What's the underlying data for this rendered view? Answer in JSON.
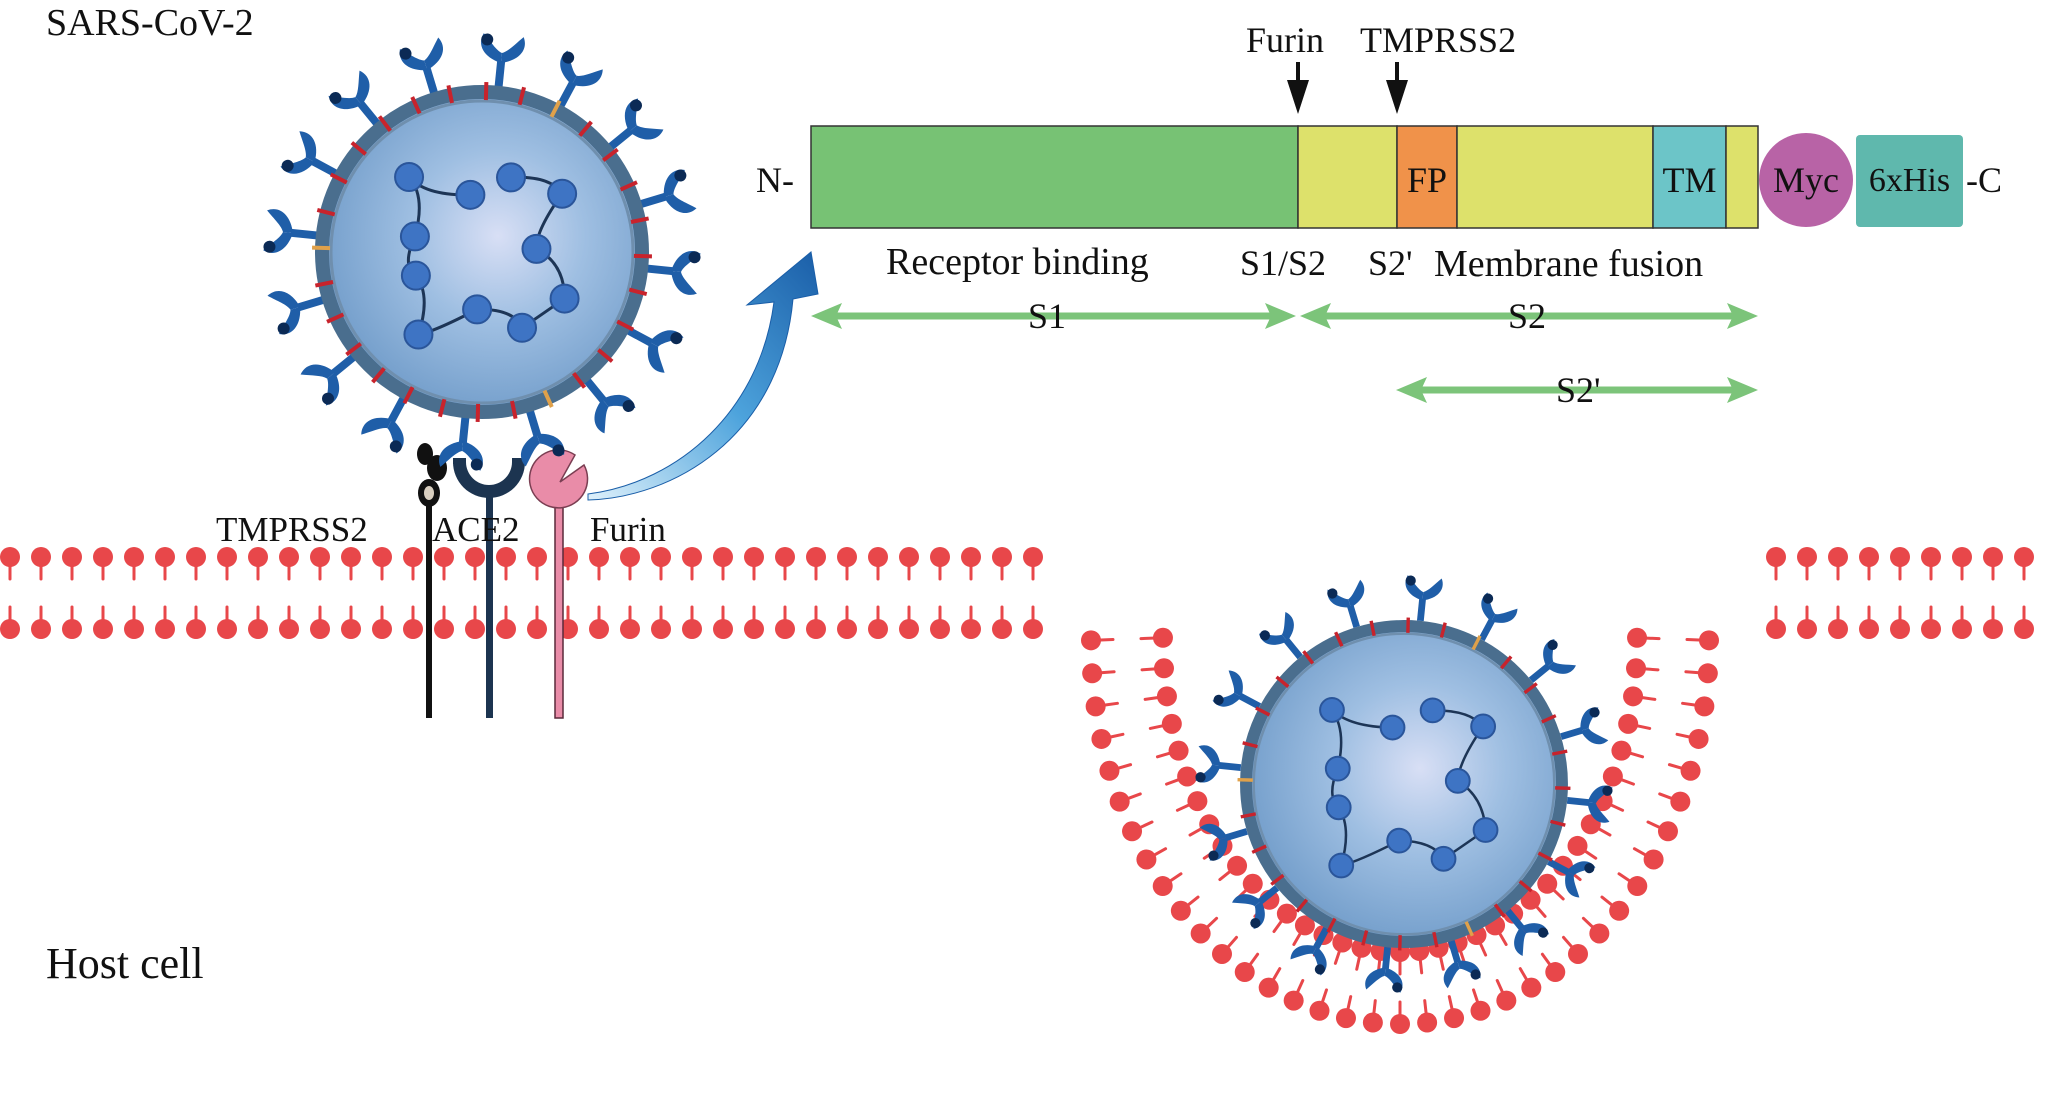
{
  "labels": {
    "virus": "SARS-CoV-2",
    "host_cell": "Host cell",
    "tmprss2_receptor": "TMPRSS2",
    "ace2_receptor": "ACE2",
    "furin_receptor": "Furin",
    "furin_site": "Furin",
    "tmprss2_site": "TMPRSS2",
    "n_term": "N-",
    "c_term": "-C",
    "receptor_binding": "Receptor binding",
    "s1s2": "S1/S2",
    "s2prime_site": "S2'",
    "membrane_fusion": "Membrane fusion",
    "s1_span": "S1",
    "s2_span": "S2",
    "s2prime_span": "S2'"
  },
  "protein": {
    "domains": [
      {
        "id": "s1",
        "label": "",
        "color": "#77c274"
      },
      {
        "id": "s2a",
        "label": "",
        "color": "#dde16b"
      },
      {
        "id": "fp",
        "label": "FP",
        "color": "#f0924a"
      },
      {
        "id": "s2b",
        "label": "",
        "color": "#dde16b"
      },
      {
        "id": "tm",
        "label": "TM",
        "color": "#6cc5c8"
      },
      {
        "id": "s2c",
        "label": "",
        "color": "#dde16b"
      }
    ],
    "tags": [
      {
        "id": "myc",
        "label": "Myc",
        "color": "#b863a6"
      },
      {
        "id": "his",
        "label": "6xHis",
        "color": "#5fb8ad"
      }
    ]
  },
  "colors": {
    "membrane": "#e8474a",
    "virus_envelope": "#4a6e8e",
    "virus_core": "#8fb4d8",
    "spike": "#1f5ea8",
    "span_arrow": "#7cc47a",
    "ace2": "#1c3450",
    "furin": "#e98ca8",
    "tmprss2": "#111111"
  }
}
